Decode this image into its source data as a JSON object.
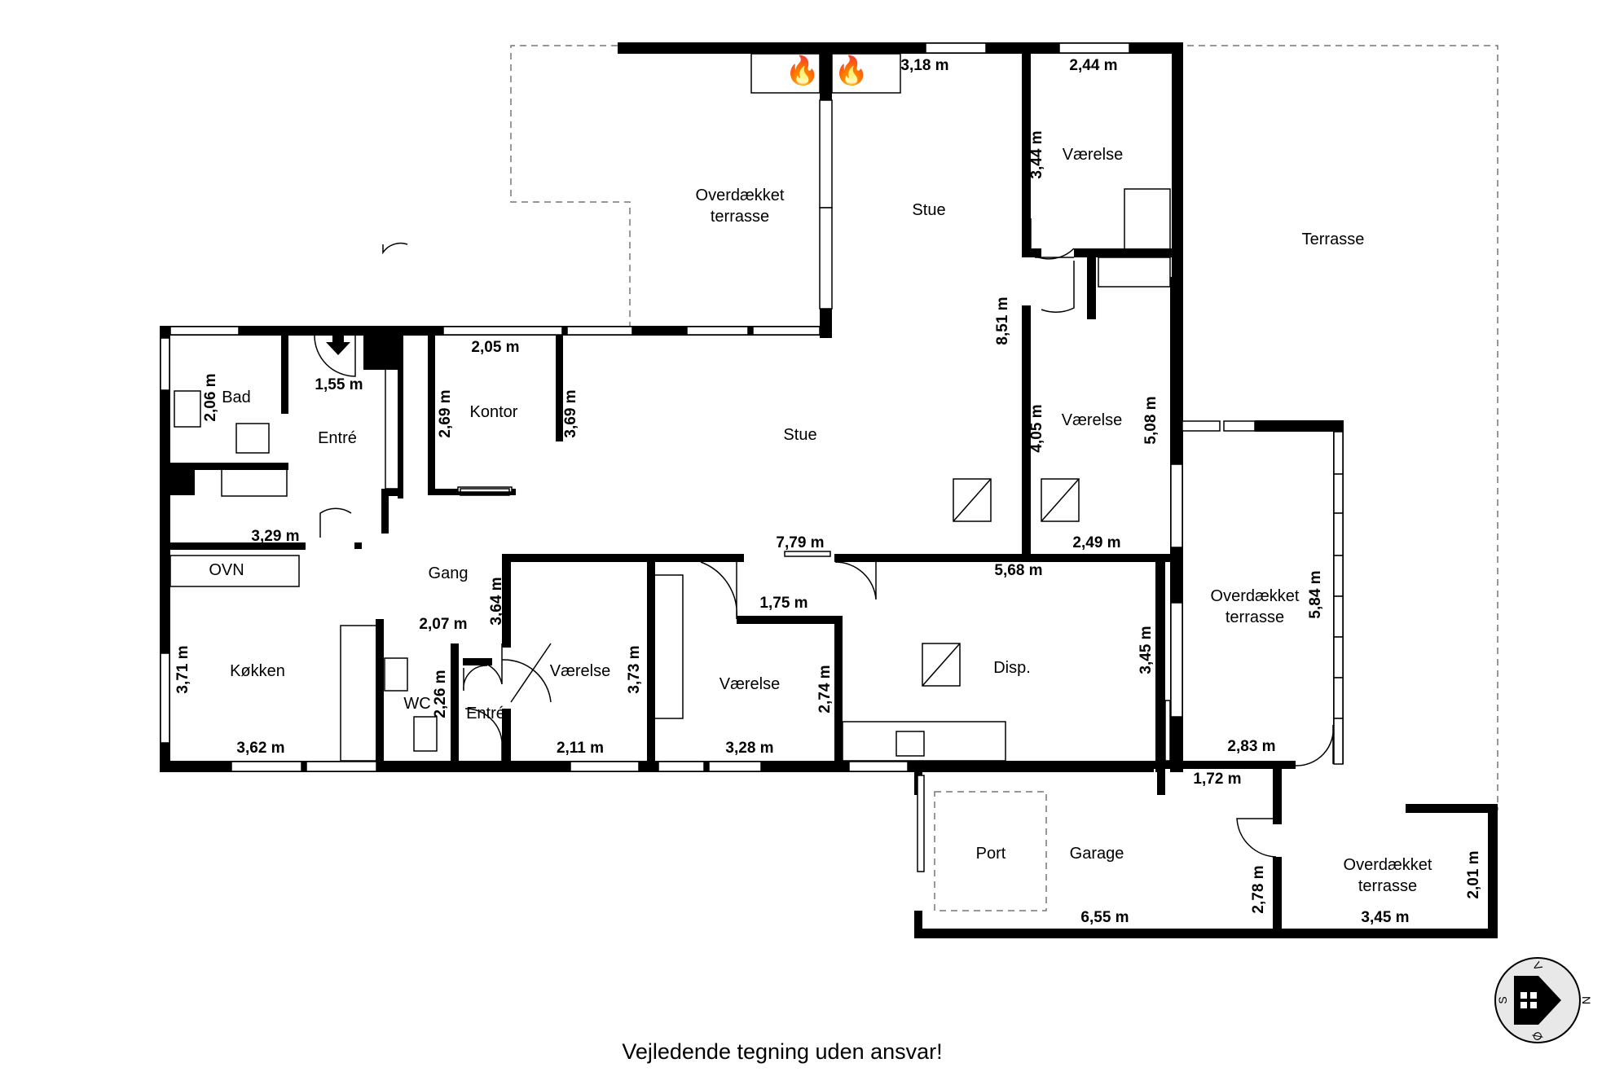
{
  "rooms": {
    "overdaekket_north": [
      "Overdækket",
      "terrasse"
    ],
    "stue_north": "Stue",
    "vaerelse_ne": "Værelse",
    "terrasse": "Terrasse",
    "bad": "Bad",
    "entre_main": "Entré",
    "kontor": "Kontor",
    "stue_main": "Stue",
    "vaerelse_east": "Værelse",
    "gang": "Gang",
    "koekken": "Køkken",
    "ovn": "OVN",
    "wc": "WC",
    "entre_small": "Entré",
    "vaerelse_a": "Værelse",
    "vaerelse_b": "Værelse",
    "disp": "Disp.",
    "overdaekket_east": [
      "Overdækket",
      "terrasse"
    ],
    "port": "Port",
    "garage": "Garage",
    "overdaekket_se": [
      "Overdækket",
      "terrasse"
    ]
  },
  "dimensions": {
    "d_318": "3,18 m",
    "d_244": "2,44 m",
    "d_344": "3,44 m",
    "d_851": "8,51 m",
    "d_205": "2,05 m",
    "d_155": "1,55 m",
    "d_206": "2,06 m",
    "d_269": "2,69 m",
    "d_369": "3,69 m",
    "d_405": "4,05 m",
    "d_508": "5,08 m",
    "d_329": "3,29 m",
    "d_779": "7,79 m",
    "d_249": "2,49 m",
    "d_568": "5,68 m",
    "d_207": "2,07 m",
    "d_364": "3,64 m",
    "d_175": "1,75 m",
    "d_584": "5,84 m",
    "d_371": "3,71 m",
    "d_226": "2,26 m",
    "d_373": "3,73 m",
    "d_274": "2,74 m",
    "d_345a": "3,45 m",
    "d_362": "3,62 m",
    "d_211": "2,11 m",
    "d_328": "3,28 m",
    "d_283": "2,83 m",
    "d_172": "1,72 m",
    "d_278": "2,78 m",
    "d_655": "6,55 m",
    "d_345b": "3,45 m",
    "d_201": "2,01 m"
  },
  "compass": {
    "n": "N",
    "s": "S",
    "v": "V",
    "o": "Ø"
  },
  "footer": "Vejledende tegning uden ansvar!",
  "colors": {
    "walls": "#000000",
    "background": "#ffffff",
    "dashed": "#777777"
  }
}
